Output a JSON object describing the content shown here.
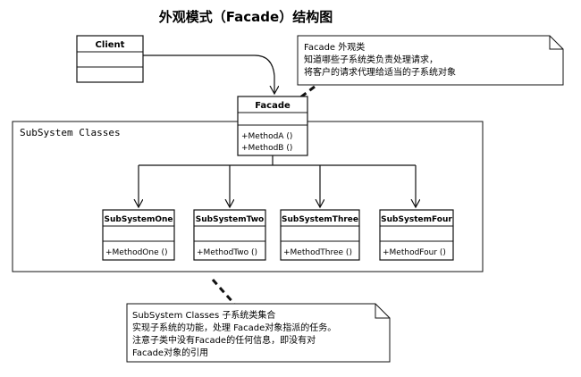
{
  "title": "外观模式（Facade）结构图",
  "client": {
    "name": "Client"
  },
  "facade": {
    "name": "Facade",
    "methods": [
      "+MethodA ()",
      "+MethodB ()"
    ]
  },
  "subsystem_container": {
    "label": "SubSystem Classes"
  },
  "subsystems": [
    {
      "name": "SubSystemOne",
      "method": "+MethodOne ()"
    },
    {
      "name": "SubSystemTwo",
      "method": "+MethodTwo ()"
    },
    {
      "name": "SubSystemThree",
      "method": "+MethodThree ()"
    },
    {
      "name": "SubSystemFour",
      "method": "+MethodFour ()"
    }
  ],
  "facade_note": {
    "lines": [
      "Facade  外观类",
      "知道哪些子系统类负责处理请求，",
      "将客户的请求代理给适当的子系统对象"
    ]
  },
  "subsystem_note": {
    "lines": [
      "SubSystem Classes   子系统类集合",
      "实现子系统的功能，处理 Facade对象指派的任务。",
      "注意子类中没有Facade的任何信息，即没有对",
      "Facade对象的引用"
    ]
  }
}
